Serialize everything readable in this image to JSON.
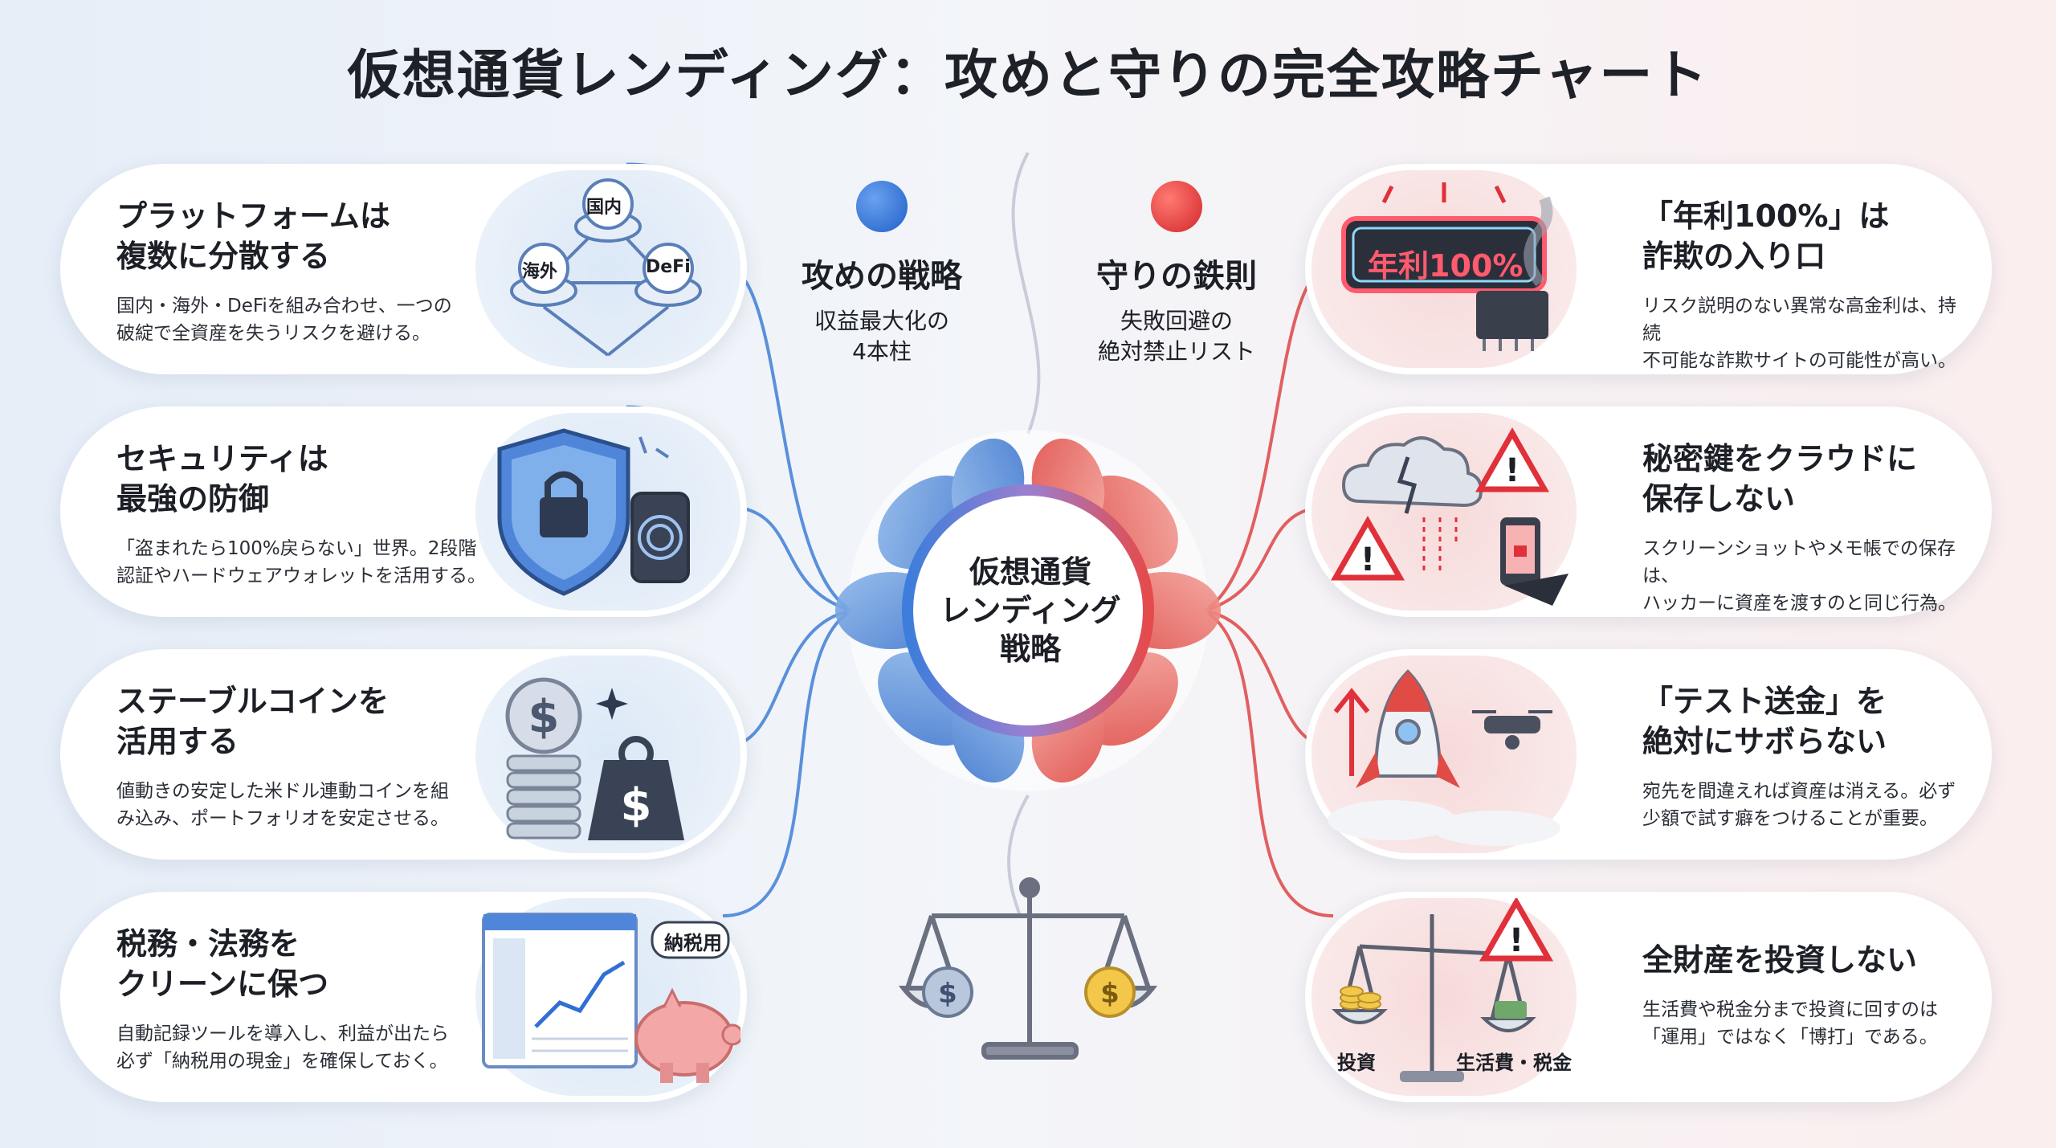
{
  "title": "仮想通貨レンディング：攻めと守りの完全攻略チャート",
  "center": {
    "label": "仮想通貨\nレンディング\n戦略"
  },
  "offense": {
    "heading": "攻めの戦略",
    "subheading": "収益最大化の\n4本柱",
    "color": "#2f6fd6",
    "items": [
      {
        "title": "プラットフォームは\n複数に分散する",
        "desc": "国内・海外・DeFiを組み合わせ、一つの\n破綻で全資産を失うリスクを避ける。",
        "icon": "network-nodes-icon",
        "nodes": [
          "国内",
          "海外",
          "DeFi"
        ]
      },
      {
        "title": "セキュリティは\n最強の防御",
        "desc": "「盗まれたら100%戻らない」世界。2段階\n認証やハードウェアウォレットを活用する。",
        "icon": "shield-lock-icon"
      },
      {
        "title": "ステーブルコインを\n活用する",
        "desc": "値動きの安定した米ドル連動コインを組\nみ込み、ポートフォリオを安定させる。",
        "icon": "dollar-coins-icon"
      },
      {
        "title": "税務・法務を\nクリーンに保つ",
        "desc": "自動記録ツールを導入し、利益が出たら\n必ず「納税用の現金」を確保しておく。",
        "icon": "piggy-bank-icon",
        "tag": "納税用"
      }
    ]
  },
  "defense": {
    "heading": "守りの鉄則",
    "subheading": "失敗回避の\n絶対禁止リスト",
    "color": "#e03b3b",
    "items": [
      {
        "title": "「年利100%」は\n詐欺の入り口",
        "desc": "リスク説明のない異常な高金利は、持続\n不可能な詐欺サイトの可能性が高い。",
        "icon": "neon-sign-icon",
        "sign": "年利100%"
      },
      {
        "title": "秘密鍵をクラウドに\n保存しない",
        "desc": "スクリーンショットやメモ帳での保存は、\nハッカーに資産を渡すのと同じ行為。",
        "icon": "cloud-warning-icon"
      },
      {
        "title": "「テスト送金」を\n絶対にサボらない",
        "desc": "宛先を間違えれば資産は消える。必ず\n少額で試す癖をつけることが重要。",
        "icon": "rocket-drone-icon"
      },
      {
        "title": "全財産を投資しない",
        "desc": "生活費や税金分まで投資に回すのは\n「運用」ではなく「博打」である。",
        "icon": "scale-warning-icon",
        "scale_labels": [
          "投資",
          "生活費・税金"
        ]
      }
    ]
  }
}
